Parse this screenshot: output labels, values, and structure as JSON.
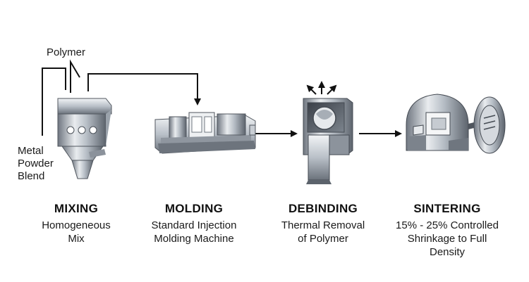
{
  "labels": {
    "polymer": "Polymer",
    "metal_powder_blend": "Metal\nPowder\nBlend"
  },
  "stages": [
    {
      "title": "MIXING",
      "description": "Homogeneous\nMix"
    },
    {
      "title": "MOLDING",
      "description": "Standard Injection\nMolding Machine"
    },
    {
      "title": "DEBINDING",
      "description": "Thermal Removal\nof Polymer"
    },
    {
      "title": "SINTERING",
      "description": "15% - 25% Controlled\nShrinkage to Full\nDensity"
    }
  ],
  "icons": [
    "mixer-icon",
    "molding-machine-icon",
    "debinding-furnace-icon",
    "sintering-furnace-icon"
  ]
}
